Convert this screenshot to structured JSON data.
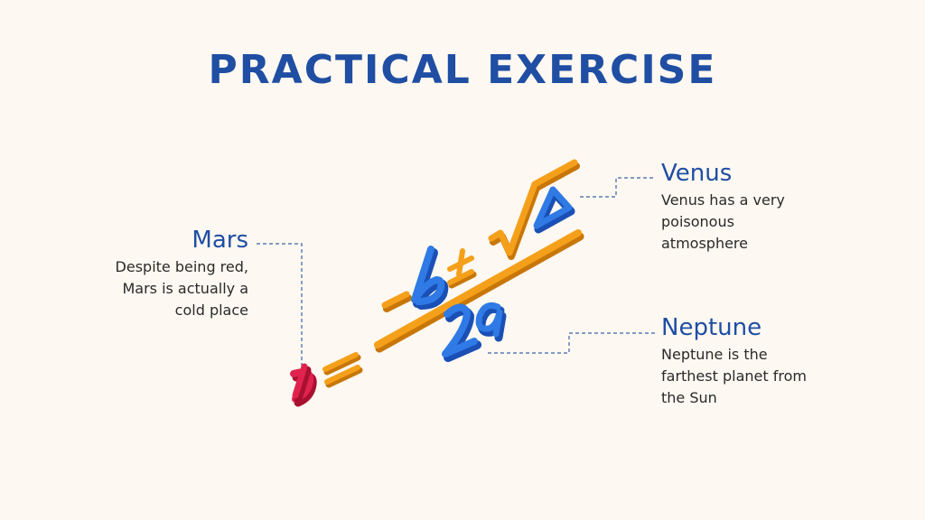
{
  "slide": {
    "title": "PRACTICAL EXERCISE"
  },
  "callouts": {
    "mars": {
      "title": "Mars",
      "text": "Despite being red, Mars is actually a cold place"
    },
    "venus": {
      "title": "Venus",
      "text": "Venus has a very poisonous atmosphere"
    },
    "neptune": {
      "title": "Neptune",
      "text": "Neptune is the farthest planet from the Sun"
    }
  },
  "colors": {
    "title": "#1f4ea3",
    "x_symbol": "#e0234e",
    "operators": "#f5a01a",
    "variables": "#2f7ae5",
    "connector": "#3d63a8"
  },
  "illustration": {
    "icon": "quadratic-formula-3d-icon"
  }
}
